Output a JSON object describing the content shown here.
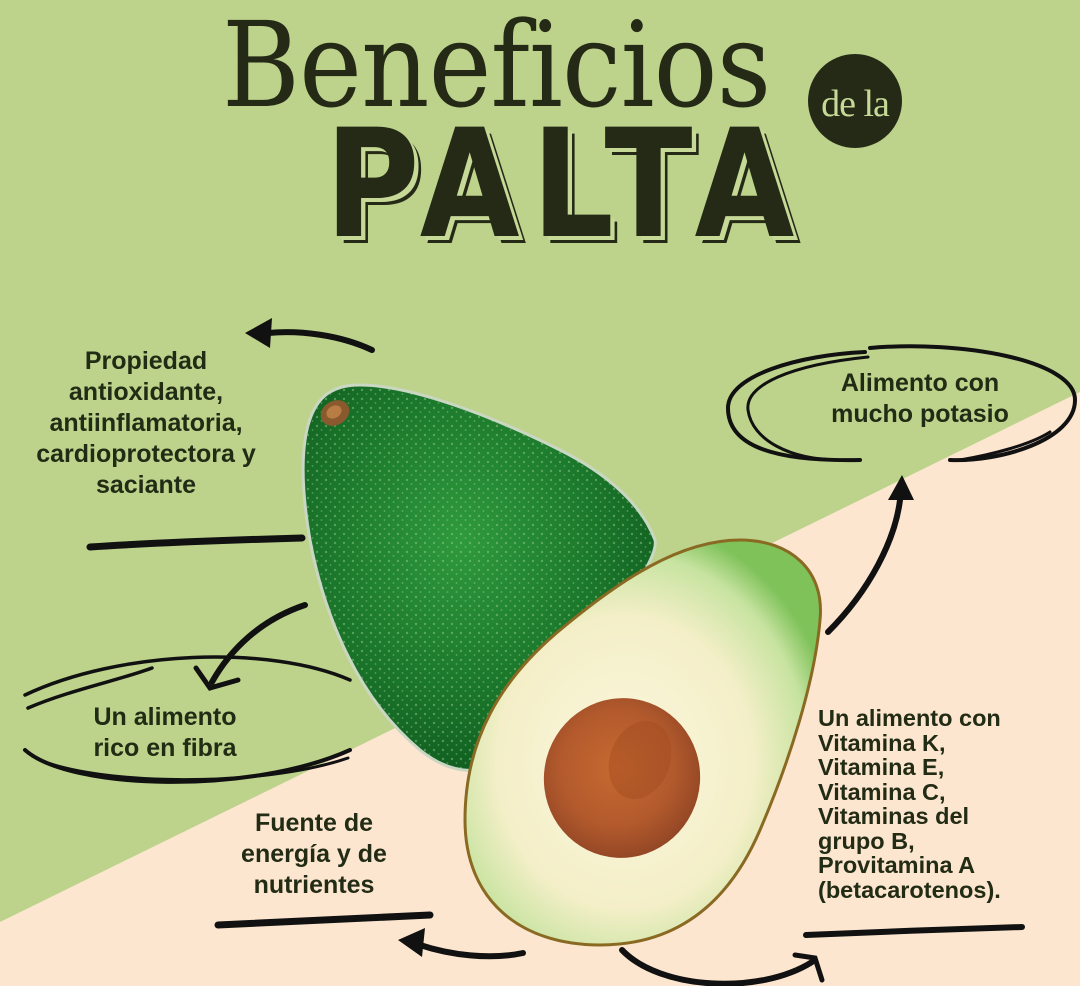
{
  "poster": {
    "title_script": "Beneficios",
    "title_badge": "de la",
    "title_main": "PALTA",
    "colors": {
      "green_bg": "#bdd38c",
      "cream_bg": "#fde6d0",
      "ink": "#222b14",
      "skin_green": "#1f7a2e",
      "flesh_green": "#8cc96a",
      "flesh_cream": "#f7f1cc",
      "seed": "#b0552a"
    },
    "benefits": [
      {
        "id": "antioxidant",
        "text": "Propiedad antioxidante, antiinflamatoria, cardioprotectora y saciante",
        "lines": [
          "Propiedad",
          "antioxidante,",
          "antiinflamatoria,",
          "cardioprotectora y",
          "saciante"
        ],
        "decoration": "underline"
      },
      {
        "id": "potassium",
        "text": "Alimento con mucho potasio",
        "lines": [
          "Alimento con",
          "mucho potasio"
        ],
        "decoration": "circle"
      },
      {
        "id": "fiber",
        "text": "Un alimento rico en fibra",
        "lines": [
          "Un alimento",
          "rico en fibra"
        ],
        "decoration": "circle"
      },
      {
        "id": "energy",
        "text": "Fuente de energía y de nutrientes",
        "lines": [
          "Fuente de",
          "energía y de",
          "nutrientes"
        ],
        "decoration": "underline"
      },
      {
        "id": "vitamins",
        "text": "Un alimento con Vitamina K, Vitamina E, Vitamina C, Vitaminas del grupo B, Provitamina A (betacarotenos).",
        "lines": [
          "Un alimento con",
          "Vitamina K,",
          "Vitamina E,",
          "Vitamina C,",
          "Vitaminas del",
          "grupo B,",
          "Provitamina A",
          "(betacarotenos)."
        ],
        "decoration": "underline"
      }
    ]
  }
}
